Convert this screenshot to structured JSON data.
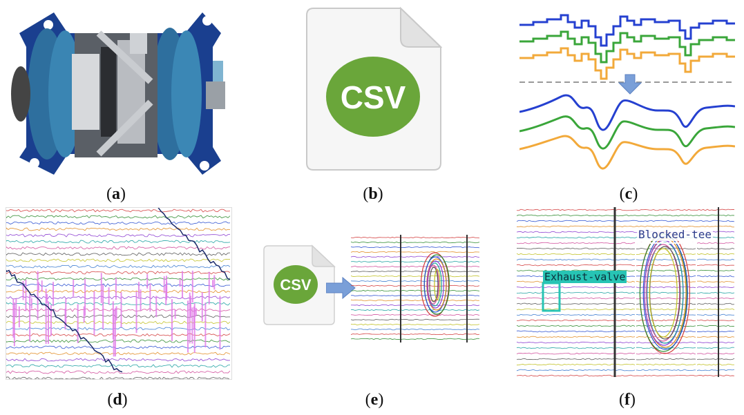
{
  "captions": {
    "a": {
      "pre": "(",
      "letter": "a",
      "post": ")"
    },
    "b": {
      "pre": "(",
      "letter": "b",
      "post": ")"
    },
    "c": {
      "pre": "(",
      "letter": "c",
      "post": ")"
    },
    "d": {
      "pre": "(",
      "letter": "d",
      "post": ")"
    },
    "e": {
      "pre": "(",
      "letter": "e",
      "post": ")"
    },
    "f": {
      "pre": "(",
      "letter": "f",
      "post": ")"
    }
  },
  "csv_icon": {
    "label": "CSV",
    "color": "#6aa63a"
  },
  "csv_icon_small": {
    "label": "CSV",
    "color": "#6aa63a"
  },
  "detections": {
    "blocked": {
      "label": "Blocked-tee",
      "color": "#2b3a8a"
    },
    "exhaust": {
      "label": "Exhaust-valve",
      "color": "#27c4b4"
    }
  },
  "colors": {
    "device_blue": "#1f4e8c",
    "wave_blue": "#2540d0",
    "wave_green": "#3aa63a",
    "wave_orange": "#f2a93a",
    "arrow_blue": "#7a9fd8",
    "magenta": "#e07ae8"
  }
}
